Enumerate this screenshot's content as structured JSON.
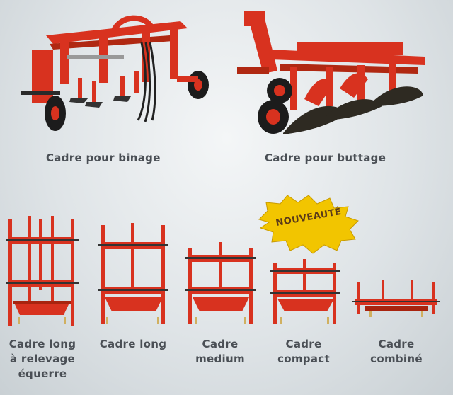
{
  "captions": {
    "binage": "Cadre pour binage",
    "buttage": "Cadre pour buttage",
    "long_equerre": [
      "Cadre long",
      "à relevage",
      "équerre"
    ],
    "long": "Cadre long",
    "medium": [
      "Cadre",
      "medium"
    ],
    "compact": [
      "Cadre",
      "compact"
    ],
    "combine": [
      "Cadre",
      "combiné"
    ]
  },
  "badge": "NOUVEAUTÉ",
  "colors": {
    "frame_red": "#d8321f",
    "frame_dark_red": "#a8240f",
    "badge_yellow": "#f2c500",
    "tire": "#1c1c1c",
    "caption": "#4a4f55"
  }
}
